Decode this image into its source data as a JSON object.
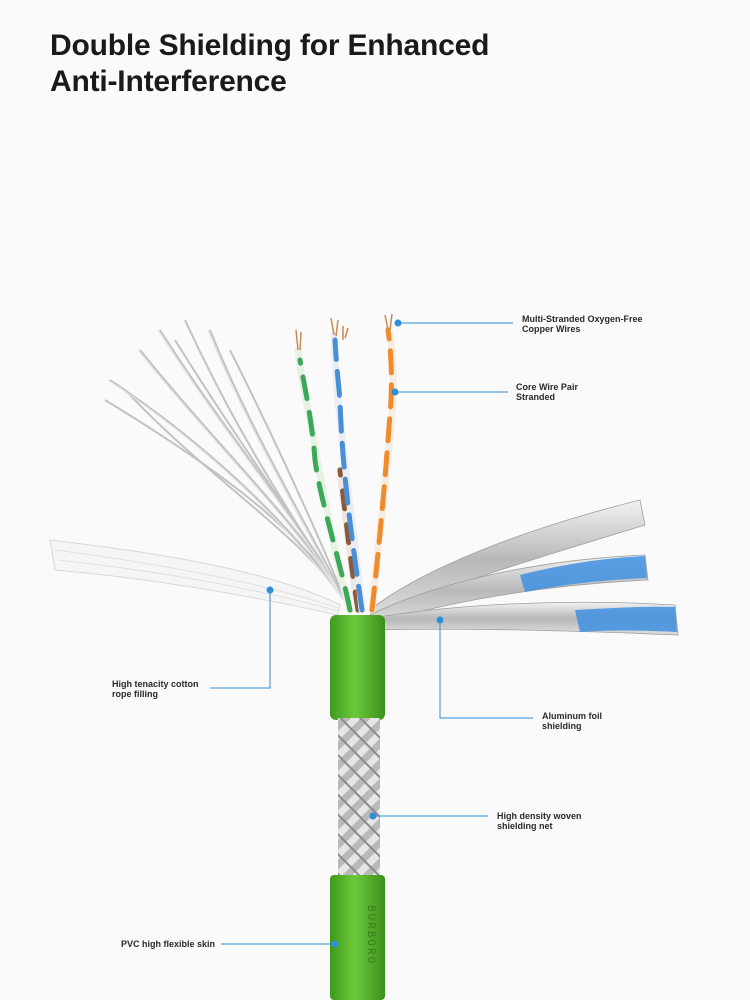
{
  "title": {
    "line1": "Double Shielding for Enhanced",
    "line2": "Anti-Interference"
  },
  "brand_mark": "BURBORO",
  "accent_color": "#2d8fd6",
  "jacket_color": "#5cb62d",
  "callouts": {
    "copper": {
      "line1": "Multi-Stranded Oxygen-Free",
      "line2": "Copper Wires"
    },
    "pair": {
      "line1": "Core Wire Pair",
      "line2": "Stranded"
    },
    "cotton": {
      "line1": "High tenacity cotton",
      "line2": "rope filling"
    },
    "foil": {
      "line1": "Aluminum foil",
      "line2": "shielding"
    },
    "braid": {
      "line1": "High density woven",
      "line2": "shielding net"
    },
    "pvc": {
      "line1": "PVC high flexible skin"
    }
  }
}
